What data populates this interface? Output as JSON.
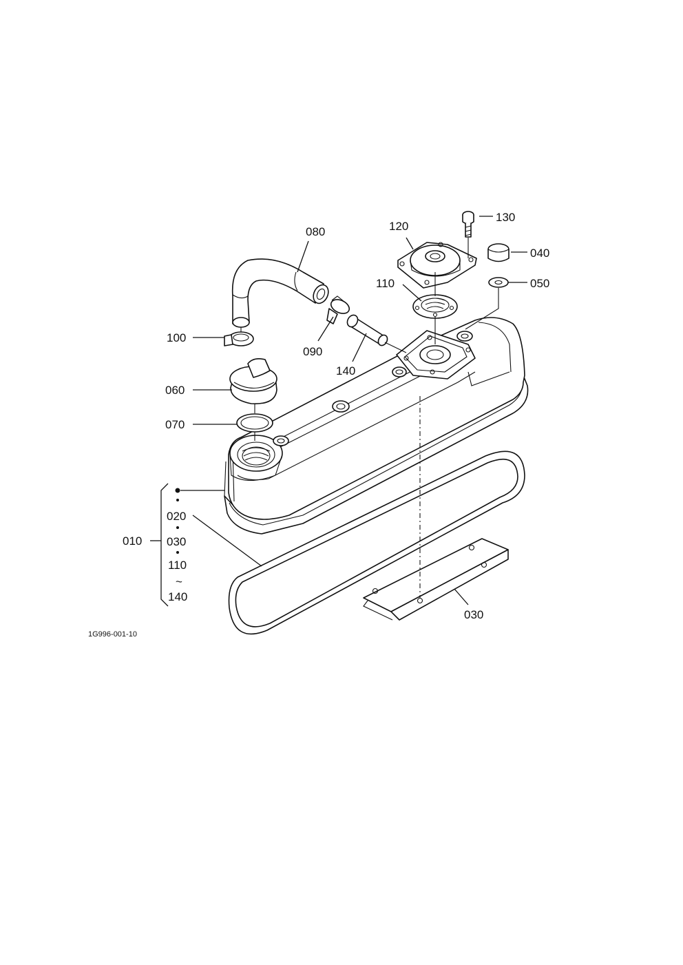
{
  "diagram": {
    "drawing_code": "1G996-001-10",
    "part_labels": {
      "p010": "010",
      "p020": "020",
      "p030a": "030",
      "p030b": "030",
      "p040": "040",
      "p050": "050",
      "p060": "060",
      "p070": "070",
      "p080": "080",
      "p090": "090",
      "p100": "100",
      "p110a": "110",
      "p110b": "110",
      "p120": "120",
      "p130": "130",
      "p140a": "140",
      "p140b": "140",
      "tilde": "~"
    },
    "line_color": "#111111",
    "background_color": "#ffffff"
  }
}
